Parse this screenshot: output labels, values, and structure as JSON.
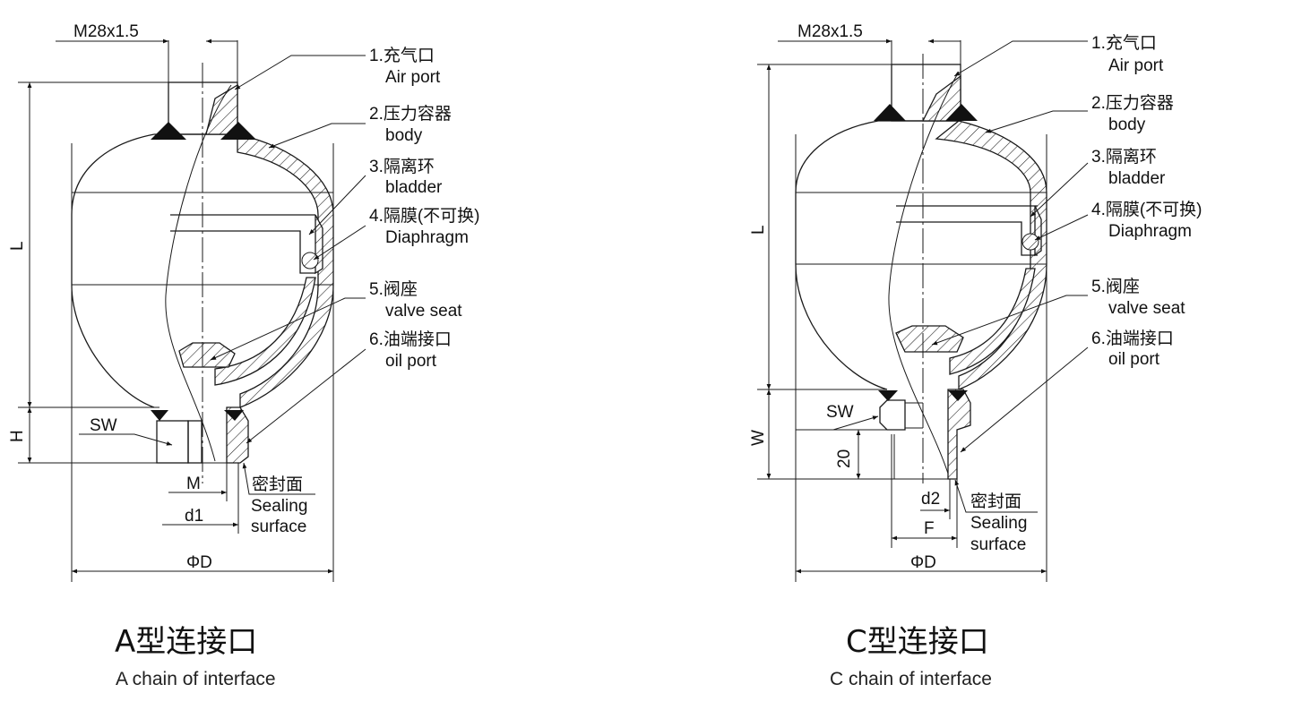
{
  "colors": {
    "line": "#1a1a1a",
    "background": "#ffffff"
  },
  "diagram_a": {
    "thread": "M28x1.5",
    "dim_L": "L",
    "dim_H": "H",
    "dim_SW": "SW",
    "dim_M": "M",
    "dim_d1": "d1",
    "dim_D": "ΦD",
    "sealing_cn": "密封面",
    "sealing_en1": "Sealing",
    "sealing_en2": "surface",
    "parts": [
      {
        "cn": "1.充气口",
        "en": "Air port"
      },
      {
        "cn": "2.压力容器",
        "en": "body"
      },
      {
        "cn": "3.隔离环",
        "en": "bladder"
      },
      {
        "cn": "4.隔膜(不可换)",
        "en": "Diaphragm"
      },
      {
        "cn": "5.阀座",
        "en": "valve seat"
      },
      {
        "cn": "6.油端接口",
        "en": "oil port"
      }
    ],
    "title_cn": "A型连接口",
    "title_en": "A chain of interface"
  },
  "diagram_c": {
    "thread": "M28x1.5",
    "dim_L": "L",
    "dim_W": "W",
    "dim_SW": "SW",
    "dim_20": "20",
    "dim_d2": "d2",
    "dim_F": "F",
    "dim_D": "ΦD",
    "sealing_cn": "密封面",
    "sealing_en1": "Sealing",
    "sealing_en2": "surface",
    "parts": [
      {
        "cn": "1.充气口",
        "en": "Air port"
      },
      {
        "cn": "2.压力容器",
        "en": "body"
      },
      {
        "cn": "3.隔离环",
        "en": "bladder"
      },
      {
        "cn": "4.隔膜(不可换)",
        "en": "Diaphragm"
      },
      {
        "cn": "5.阀座",
        "en": "valve seat"
      },
      {
        "cn": "6.油端接口",
        "en": "oil port"
      }
    ],
    "title_cn": "C型连接口",
    "title_en": "C chain of interface"
  }
}
